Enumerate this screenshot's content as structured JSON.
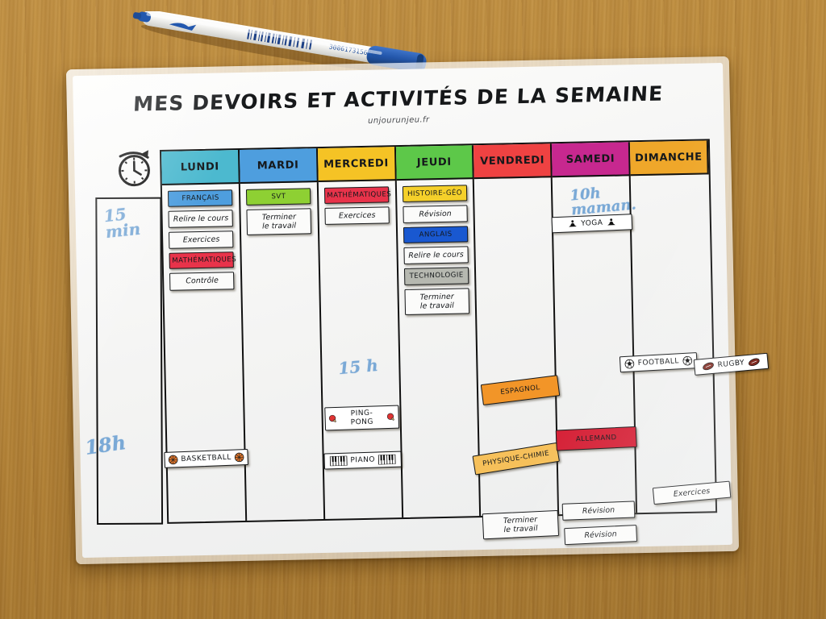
{
  "poster": {
    "title": "MES DEVOIRS ET ACTIVITÉS DE LA SEMAINE",
    "subtitle": "unjourunjeu.fr",
    "clock_icon": "clock-icon"
  },
  "colors": {
    "lundi": "#4cb9cf",
    "mardi": "#4e9ede",
    "mercredi": "#f5c325",
    "jeudi": "#5dc849",
    "vendredi": "#ef4242",
    "samedi": "#c7288f",
    "dimanche": "#efa72a",
    "francais": "#4e9ede",
    "svt": "#8ed033",
    "mathematiques": "#e8334a",
    "histoire_geo": "#f5d02a",
    "anglais": "#1958d0",
    "technologie": "#b6b8b0",
    "espagnol": "#f29528",
    "physique_chimie": "#f6c05a",
    "allemand": "#d51f35",
    "ink": "#7aa9d6",
    "desk": "#bc8b3c"
  },
  "notes": {
    "quinze_min": "15\nmin",
    "dix_huit_h": "18h",
    "quinze_h": "15 h",
    "dix_h_maman": "10h\nmaman."
  },
  "days": [
    {
      "key": "lundi",
      "label": "LUNDI",
      "cards": [
        {
          "type": "subject",
          "label": "FRANÇAIS",
          "color": "#4e9ede"
        },
        {
          "type": "task",
          "label": "Relire le cours"
        },
        {
          "type": "task",
          "label": "Exercices"
        },
        {
          "type": "subject",
          "label": "MATHÉMATIQUES",
          "color": "#e8334a"
        },
        {
          "type": "task",
          "label": "Contrôle"
        }
      ]
    },
    {
      "key": "mardi",
      "label": "MARDI",
      "cards": [
        {
          "type": "subject",
          "label": "SVT",
          "color": "#8ed033"
        },
        {
          "type": "task",
          "label": "Terminer\nle travail"
        }
      ]
    },
    {
      "key": "mercredi",
      "label": "MERCREDI",
      "cards": [
        {
          "type": "subject",
          "label": "MATHÉMATIQUES",
          "color": "#e8334a"
        },
        {
          "type": "task",
          "label": "Exercices"
        }
      ]
    },
    {
      "key": "jeudi",
      "label": "JEUDI",
      "cards": [
        {
          "type": "subject",
          "label": "HISTOIRE-GÉO",
          "color": "#f5d02a"
        },
        {
          "type": "task",
          "label": "Révision"
        },
        {
          "type": "subject",
          "label": "ANGLAIS",
          "color": "#1958d0"
        },
        {
          "type": "task",
          "label": "Relire le cours"
        },
        {
          "type": "subject",
          "label": "TECHNOLOGIE",
          "color": "#b6b8b0"
        },
        {
          "type": "task",
          "label": "Terminer\nle travail"
        }
      ]
    },
    {
      "key": "vendredi",
      "label": "VENDREDI",
      "cards": []
    },
    {
      "key": "samedi",
      "label": "SAMEDI",
      "cards": []
    },
    {
      "key": "dimanche",
      "label": "DIMANCHE",
      "cards": []
    }
  ],
  "sport_cards": {
    "basketball": {
      "label": "BASKETBALL",
      "icon": "basketball-icon"
    },
    "pingpong": {
      "label": "PING-PONG",
      "icon": "pingpong-paddle-icon"
    },
    "piano": {
      "label": "PIANO",
      "icon": "piano-keys-icon"
    },
    "yoga": {
      "label": "YOGA",
      "icon": "yoga-pose-icon"
    },
    "football": {
      "label": "FOOTBALL",
      "icon": "soccer-ball-icon"
    },
    "rugby": {
      "label": "RUGBY",
      "icon": "rugby-ball-icon"
    }
  },
  "loose_cards": {
    "espagnol": {
      "label": "ESPAGNOL",
      "color": "#f29528"
    },
    "physique_chimie": {
      "label": "PHYSIQUE-CHIMIE",
      "color": "#f6c05a"
    },
    "allemand": {
      "label": "ALLEMAND",
      "color": "#d51f35"
    },
    "terminer": {
      "label": "Terminer\nle travail"
    },
    "revision_1": {
      "label": "Révision"
    },
    "revision_2": {
      "label": "Révision"
    },
    "exercices": {
      "label": "Exercices"
    }
  },
  "desk_objects": {
    "marker": {
      "name": "blue-whiteboard-marker",
      "cap_color": "#2358ae",
      "body_color": "#f4f4f2"
    }
  }
}
